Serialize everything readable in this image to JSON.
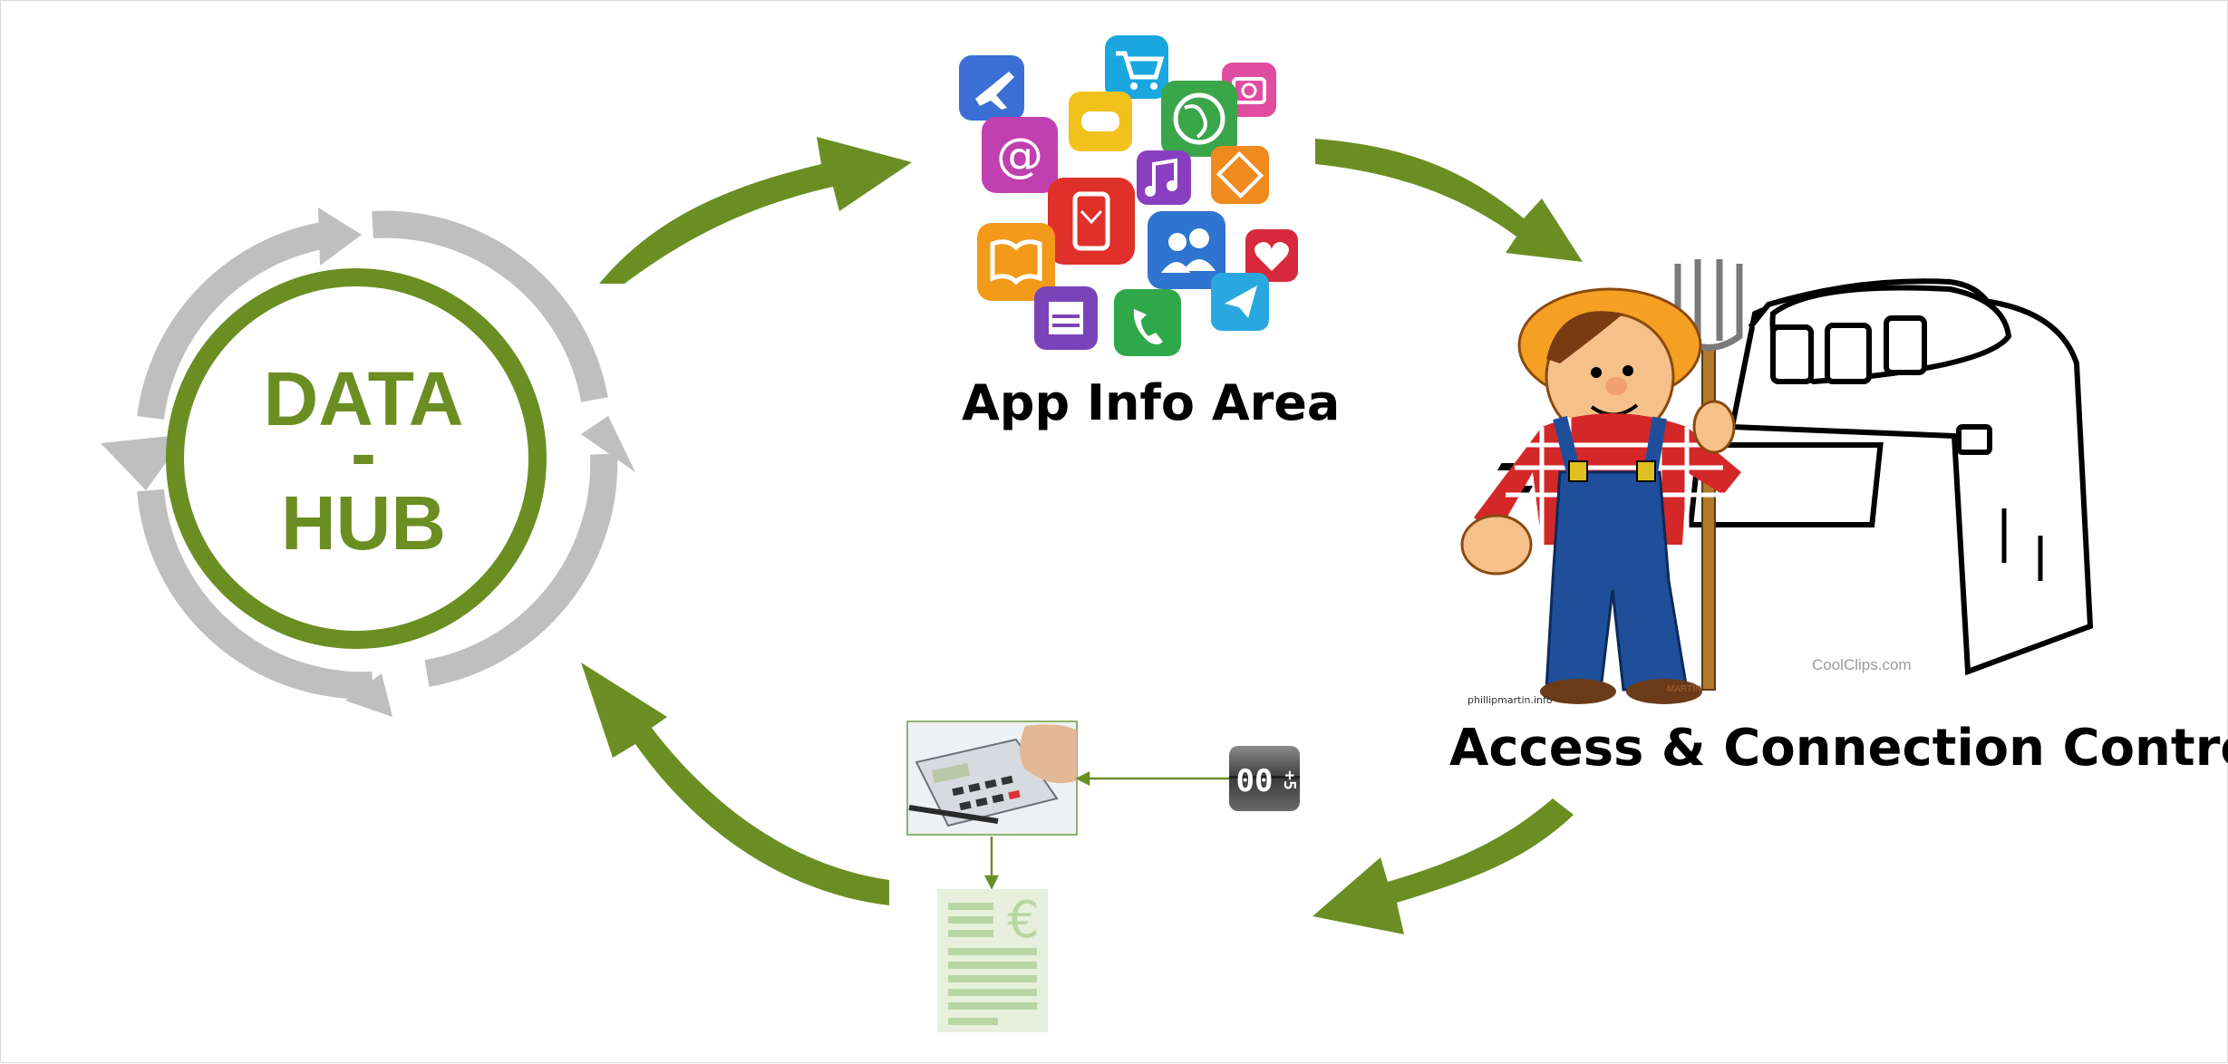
{
  "hub": {
    "line1": "DATA",
    "line2": "-",
    "line3": "HUB"
  },
  "app_area": {
    "caption": "App Info Area",
    "icons": [
      "airplane-icon",
      "shopping-cart-icon",
      "camera-icon",
      "at-sign-icon",
      "gamepad-icon",
      "globe-icon",
      "smartphone-mail-icon",
      "music-note-icon",
      "film-icon",
      "book-icon",
      "contacts-icon",
      "heart-icon",
      "news-icon",
      "phone-icon",
      "send-icon"
    ],
    "icon_colors": [
      "#3b6fd6",
      "#1aa7e0",
      "#e04ca0",
      "#c040b0",
      "#f2c21c",
      "#3aa64a",
      "#e0302a",
      "#8a3fc0",
      "#f08a1e",
      "#f39a1a",
      "#2f74d0",
      "#d8283c",
      "#7a44b8",
      "#2fa84a",
      "#29a8e0"
    ]
  },
  "access": {
    "caption": "Access & Connection Control",
    "watermark_left": "phillipmartin.info",
    "watermark_right": "CoolClips.com",
    "signature": "MARTIN"
  },
  "billing": {
    "counter": "00",
    "counter_small": "+5",
    "invoice_symbol": "€"
  },
  "colors": {
    "arrow_green": "#6b8e23",
    "cycle_gray": "#bfbfbf",
    "hub_green": "#6b8e23",
    "invoice_green": "#c8dfb8"
  }
}
